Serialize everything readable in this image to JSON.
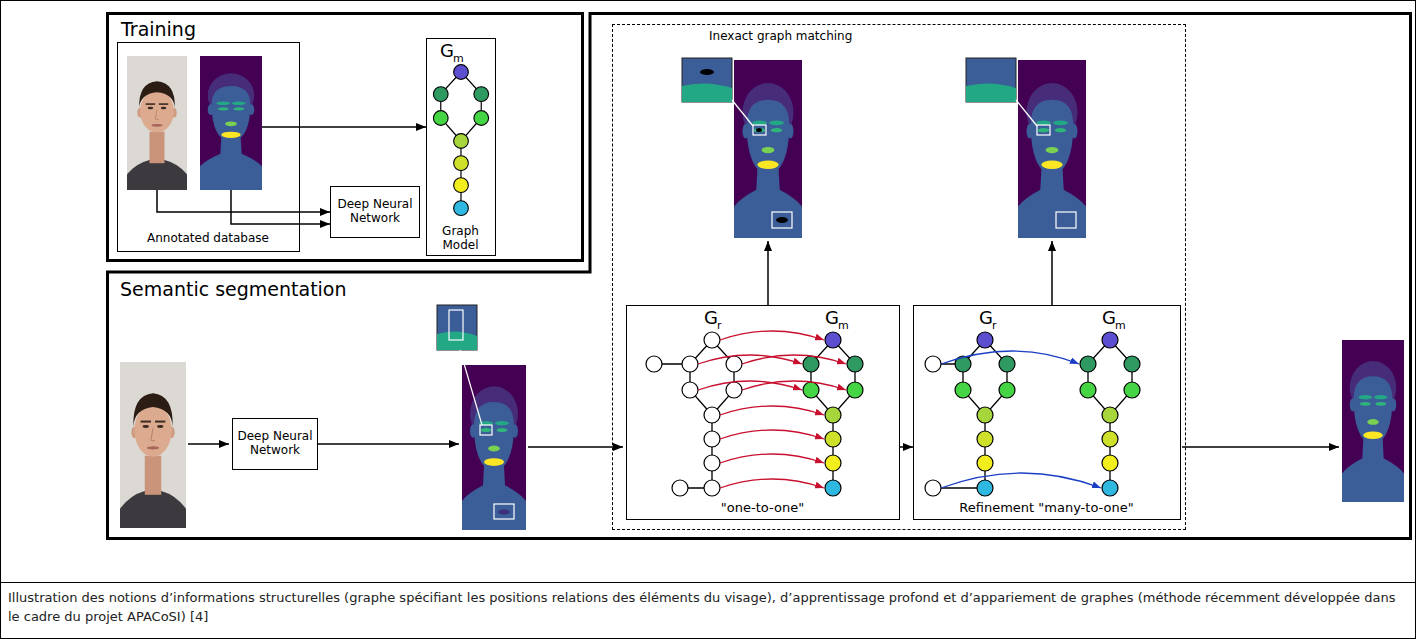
{
  "diagram": {
    "caption": "Illustration des notions d’informations structurelles (graphe spécifiant les positions relations des éléments du visage), d’apprentissage profond et d’appariement de graphes (méthode récemment développée dans le cadre du projet APACoSI) [4]",
    "nodes": [
      {
        "text": [
          "Training"
        ]
      },
      {
        "text": [
          "Annotated database"
        ],
        "in": 0
      },
      {
        "text": [
          "Deep Neural Network"
        ],
        "in": 0
      },
      {
        "text": [
          "G",
          "m",
          "Graph Model"
        ],
        "in": 0
      },
      {
        "text": [
          "Semantic segmentation"
        ]
      },
      {
        "text": [
          "Deep Neural Network"
        ],
        "in": 4
      },
      {
        "text": [
          "Inexact graph matching"
        ],
        "in": 4
      },
      {
        "text": [
          "G",
          "r",
          "G",
          "m",
          "\"one-to-one\""
        ],
        "in": 6
      },
      {
        "text": [
          "G",
          "r",
          "G",
          "m",
          "Refinement \"many-to-one\""
        ],
        "in": 6
      }
    ],
    "edges": [
      {
        "from": 1,
        "to": 2,
        "arrow": "to"
      },
      {
        "from": 1,
        "to": 2,
        "arrow": "to"
      },
      {
        "from": 1,
        "to": 3,
        "arrow": "to"
      },
      {
        "from": 7,
        "to": 8,
        "arrow": "to"
      }
    ]
  }
}
